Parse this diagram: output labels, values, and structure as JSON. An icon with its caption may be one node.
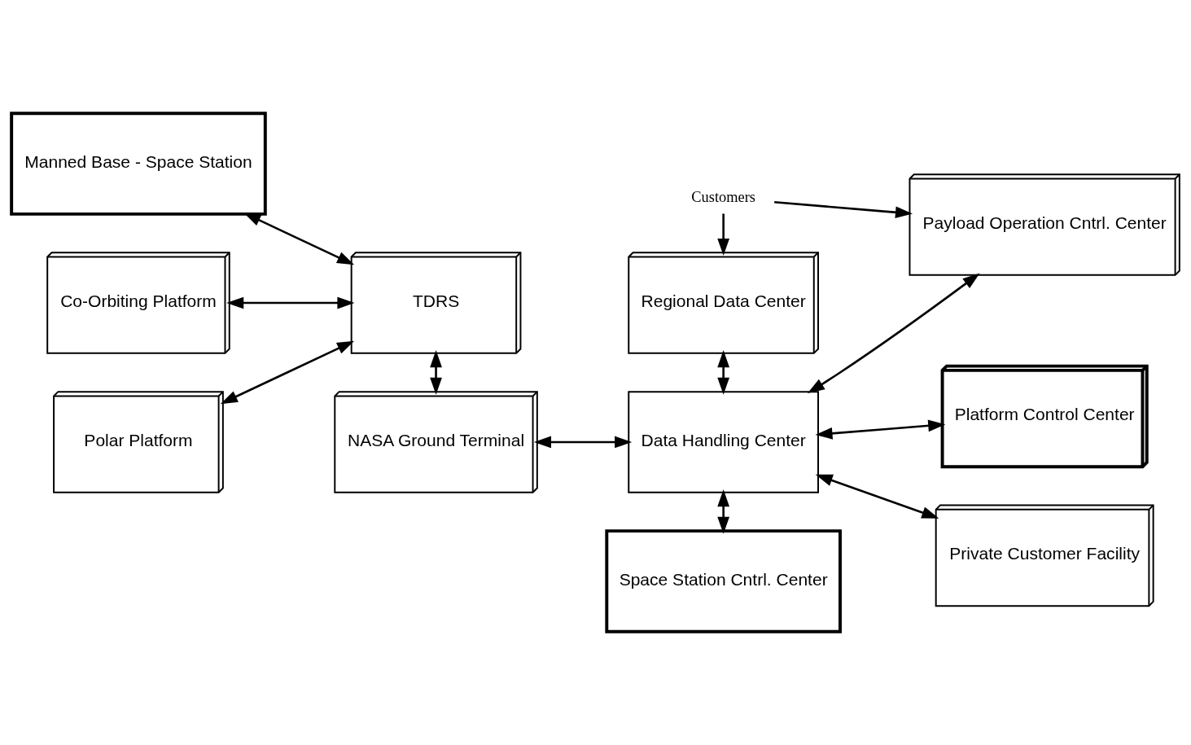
{
  "diagram": {
    "nodes": [
      {
        "text": [
          "Manned Base - Space Station"
        ]
      },
      {
        "text": [
          "Co-Orbiting Platform"
        ]
      },
      {
        "text": [
          "Polar Platform"
        ]
      },
      {
        "text": [
          "TDRS"
        ]
      },
      {
        "text": [
          "NASA Ground Terminal"
        ]
      },
      {
        "text": [
          "Customers"
        ]
      },
      {
        "text": [
          "Regional Data Center"
        ]
      },
      {
        "text": [
          "Payload Operation Cntrl. Center"
        ]
      },
      {
        "text": [
          "Data Handling Center"
        ]
      },
      {
        "text": [
          "Platform Control Center"
        ]
      },
      {
        "text": [
          "Space Station Cntrl. Center"
        ]
      },
      {
        "text": [
          "Private Customer Facility"
        ]
      }
    ],
    "edges": [
      {
        "from": 0,
        "to": 3,
        "arrow": "both"
      },
      {
        "from": 1,
        "to": 3,
        "arrow": "both"
      },
      {
        "from": 2,
        "to": 3,
        "arrow": "both"
      },
      {
        "from": 3,
        "to": 4,
        "arrow": "both"
      },
      {
        "from": 4,
        "to": 8,
        "arrow": "both"
      },
      {
        "from": 5,
        "to": 6,
        "arrow": "to"
      },
      {
        "from": 5,
        "to": 7,
        "arrow": "to"
      },
      {
        "from": 6,
        "to": 8,
        "arrow": "both"
      },
      {
        "from": 7,
        "to": 8,
        "arrow": "both"
      },
      {
        "from": 8,
        "to": 9,
        "arrow": "both"
      },
      {
        "from": 8,
        "to": 10,
        "arrow": "both"
      },
      {
        "from": 8,
        "to": 11,
        "arrow": "both"
      }
    ]
  }
}
